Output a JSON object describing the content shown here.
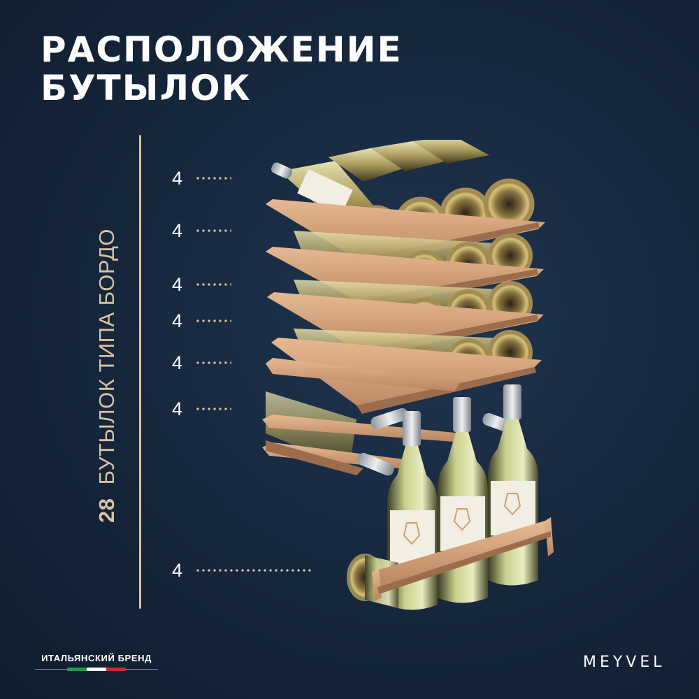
{
  "title": {
    "line1": "РАСПОЛОЖЕНИЕ",
    "line2": "БУТЫЛОК"
  },
  "capacity": {
    "number": "28",
    "label": "БУТЫЛОК ТИПА БОРДО"
  },
  "shelves": [
    {
      "count": "4"
    },
    {
      "count": "4"
    },
    {
      "count": "4"
    },
    {
      "count": "4"
    },
    {
      "count": "4"
    },
    {
      "count": "4"
    },
    {
      "count": "4"
    }
  ],
  "brand_tag": "ИТАЛЬЯНСКИЙ БРЕНД",
  "logo": "MEYVEL",
  "colors": {
    "background": "#16263b",
    "accent": "#d8c2a2",
    "wood": "#d9a57c",
    "flag_green": "#1e9b4a",
    "flag_white": "#ffffff",
    "flag_red": "#d2262f"
  }
}
